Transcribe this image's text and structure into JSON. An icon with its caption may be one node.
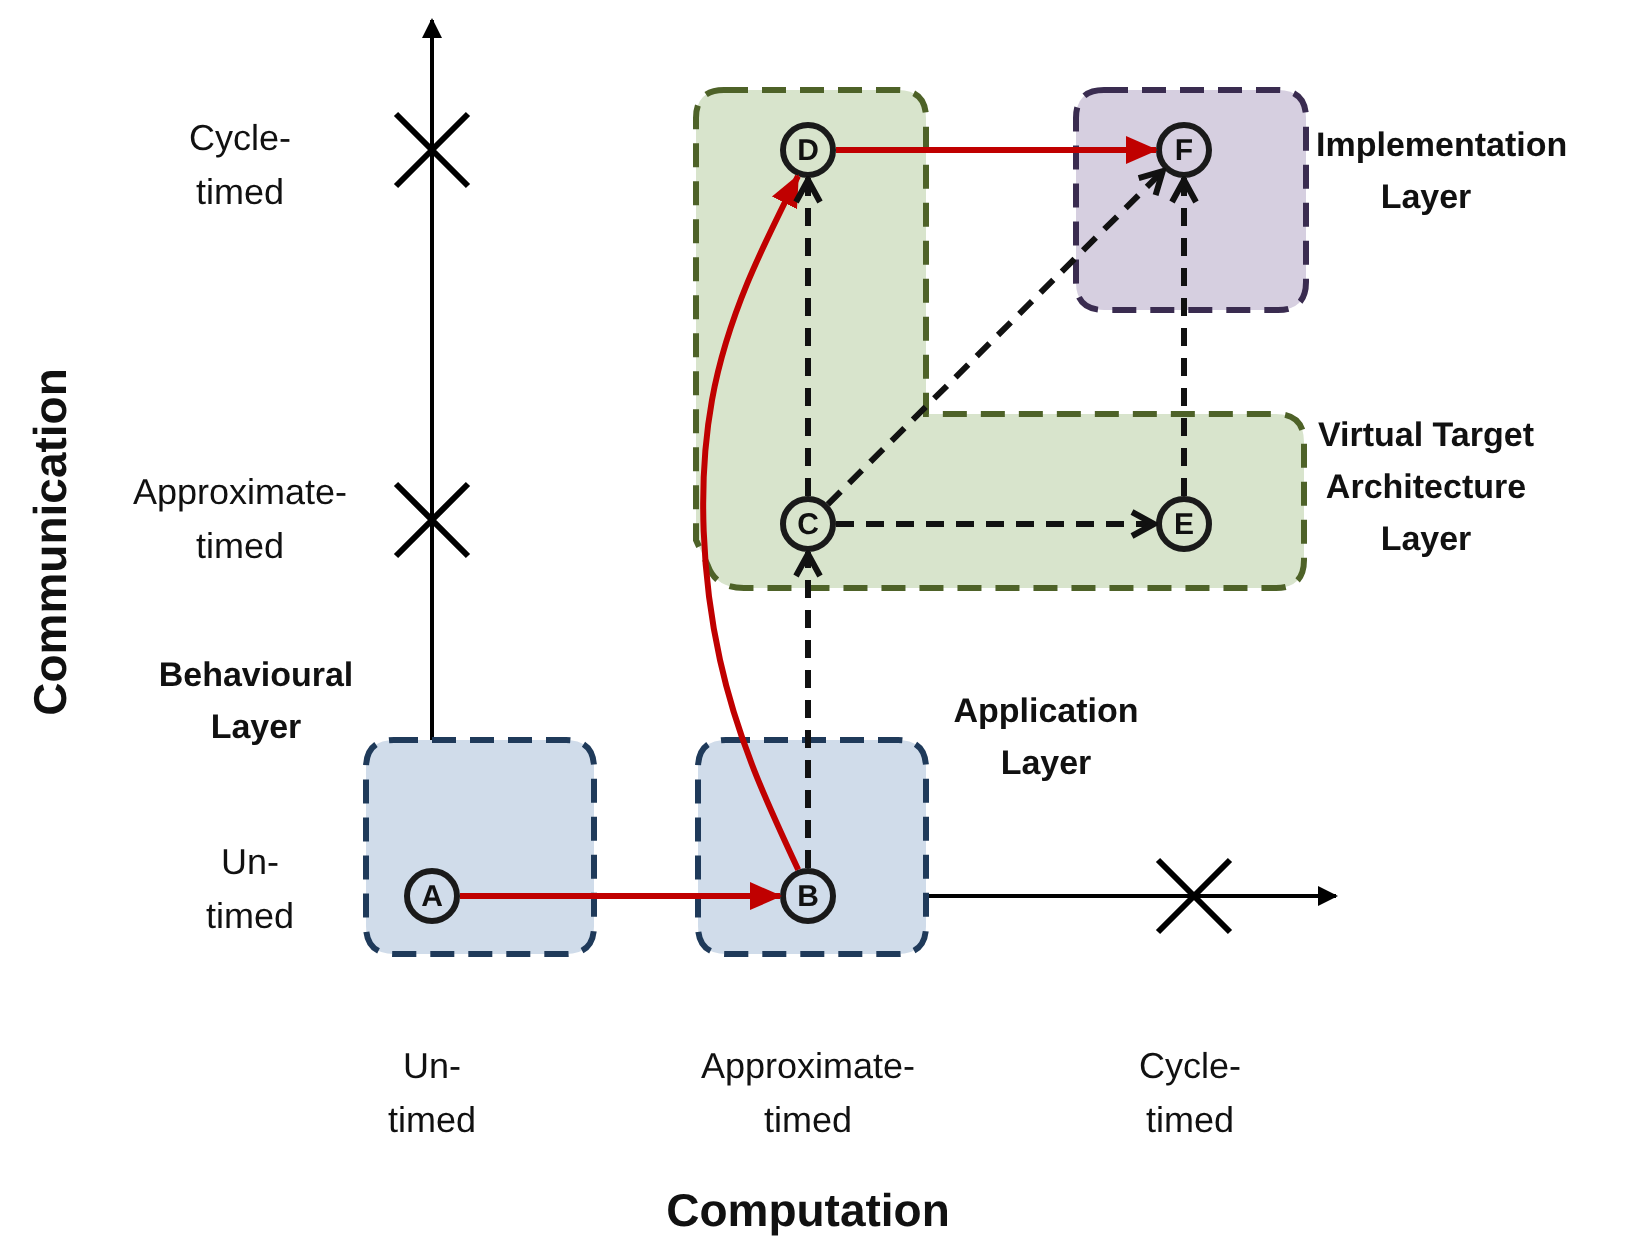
{
  "diagram": {
    "nodes": [
      {
        "text": [
          "Behavioural Layer"
        ]
      },
      {
        "text": [
          "Application Layer"
        ]
      },
      {
        "text": [
          "Virtual Target Architecture Layer"
        ]
      },
      {
        "text": [
          "Implementation Layer"
        ]
      },
      {
        "text": [
          "A"
        ],
        "in": 0
      },
      {
        "text": [
          "B"
        ],
        "in": 1
      },
      {
        "text": [
          "C"
        ],
        "in": 2
      },
      {
        "text": [
          "D"
        ],
        "in": 2
      },
      {
        "text": [
          "E"
        ],
        "in": 2
      },
      {
        "text": [
          "F"
        ],
        "in": 3
      }
    ],
    "edges": [
      {
        "from": 4,
        "to": 5,
        "arrow": "to",
        "color": "#c00000"
      },
      {
        "from": 5,
        "to": 7,
        "arrow": "to",
        "color": "#c00000"
      },
      {
        "from": 7,
        "to": 9,
        "arrow": "to",
        "color": "#c00000"
      },
      {
        "from": 5,
        "to": 6,
        "arrow": "to",
        "style": "dashed"
      },
      {
        "from": 6,
        "to": 7,
        "arrow": "to",
        "style": "dashed"
      },
      {
        "from": 6,
        "to": 8,
        "arrow": "to",
        "style": "dashed"
      },
      {
        "from": 6,
        "to": 9,
        "arrow": "to",
        "style": "dashed"
      },
      {
        "from": 8,
        "to": 9,
        "arrow": "to",
        "style": "dashed"
      }
    ],
    "labels": [
      "Cycle-timed",
      "Approximate-timed",
      "Un-timed",
      "Communication",
      "Un-timed",
      "Approximate-timed",
      "Cycle-timed",
      "Computation"
    ]
  }
}
